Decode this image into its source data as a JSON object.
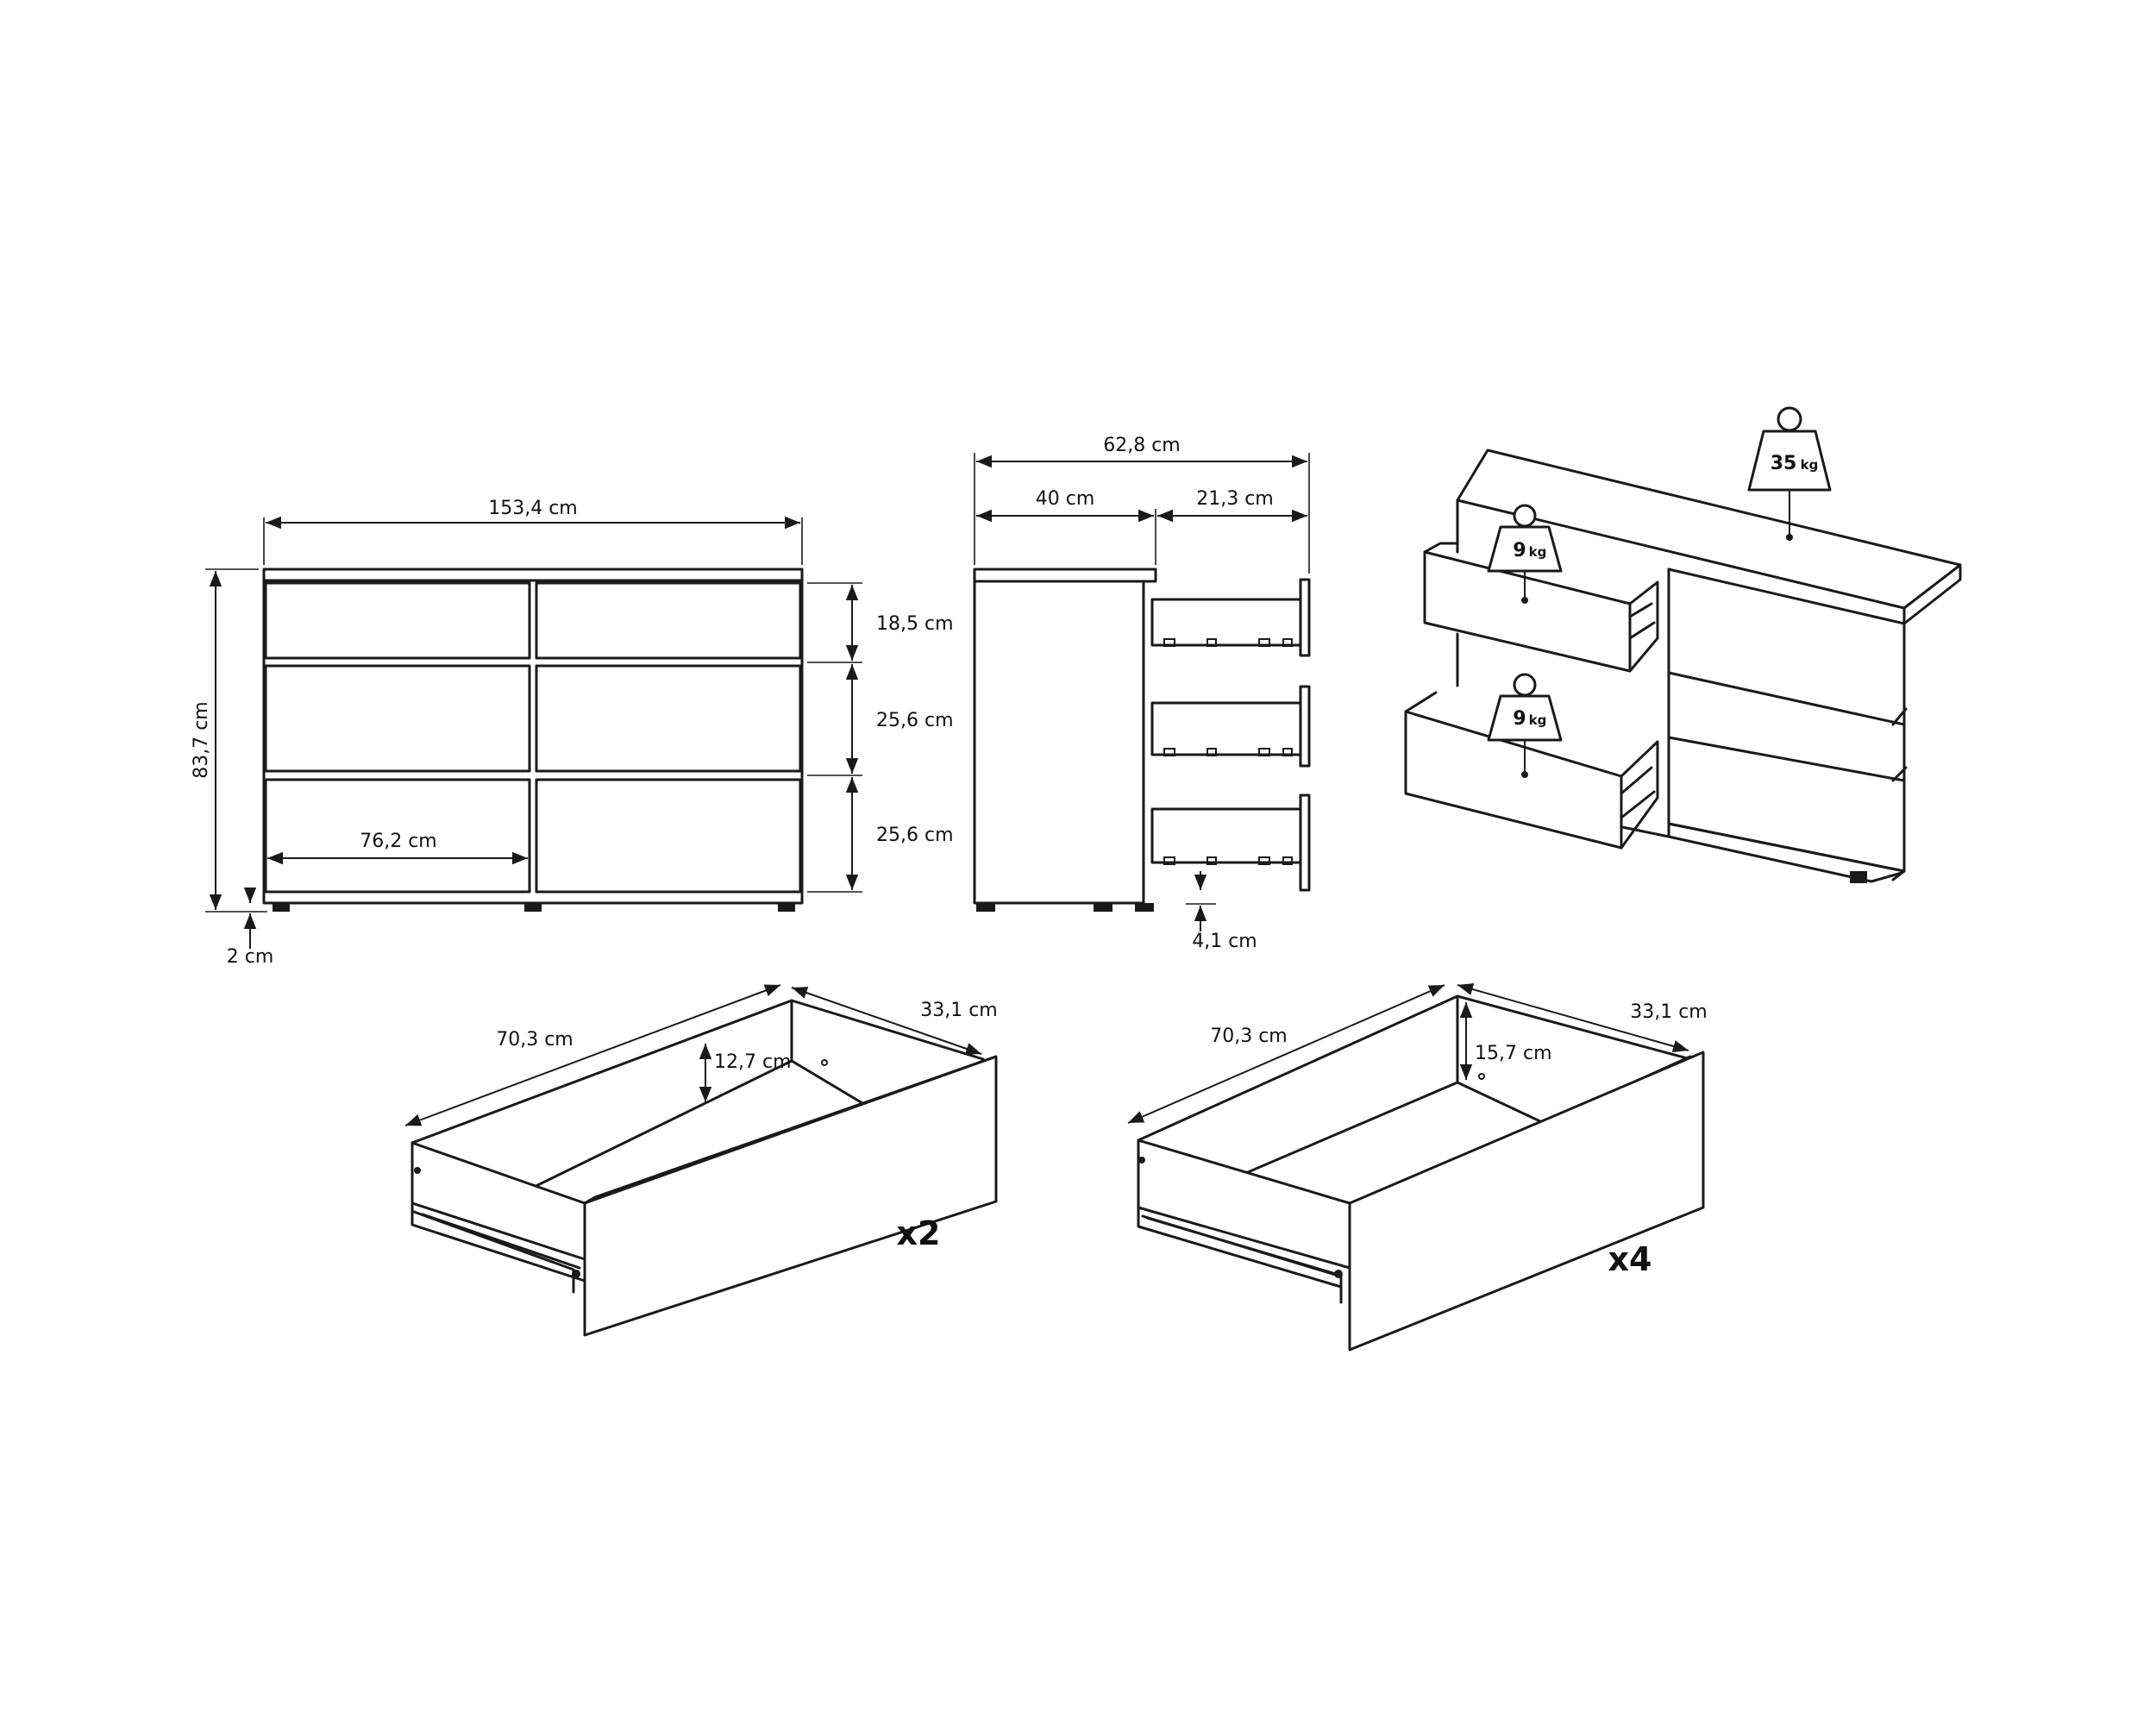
{
  "front_view": {
    "width": "153,4 cm",
    "height": "83,7 cm",
    "leg_height": "2 cm",
    "drawer_top_height": "18,5 cm",
    "drawer_mid_height": "25,6 cm",
    "drawer_bottom_height": "25,6 cm",
    "drawer_width": "76,2 cm"
  },
  "side_view": {
    "total_depth": "62,8 cm",
    "body_depth": "40 cm",
    "extension": "21,3 cm",
    "gap": "4,1 cm"
  },
  "load_view": {
    "top_load": {
      "value": "35",
      "unit": "kg"
    },
    "drawer_load_top": {
      "value": "9",
      "unit": "kg"
    },
    "drawer_load_bottom": {
      "value": "9",
      "unit": "kg"
    }
  },
  "drawer_small": {
    "length": "70,3 cm",
    "width": "33,1 cm",
    "height": "12,7 cm",
    "quantity": "x2"
  },
  "drawer_large": {
    "length": "70,3 cm",
    "width": "33,1 cm",
    "height": "15,7 cm",
    "quantity": "x4"
  },
  "colors": {
    "line": "#1a1a1a",
    "background": "#ffffff"
  }
}
